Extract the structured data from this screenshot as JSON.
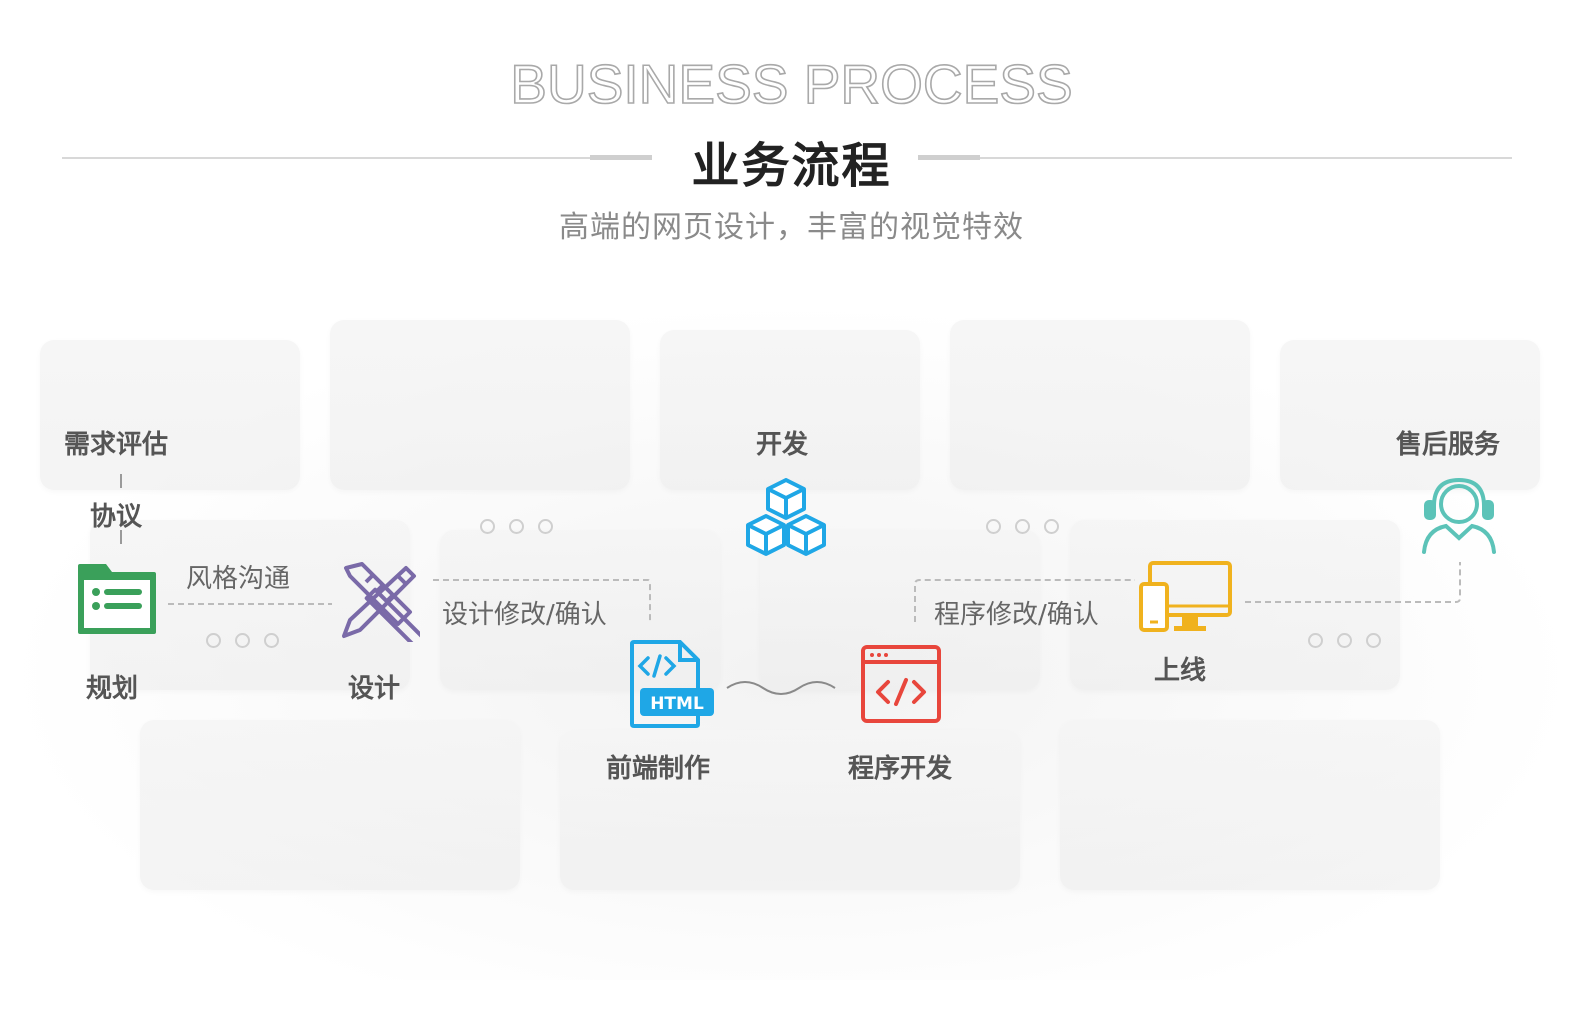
{
  "header": {
    "title_en": "BUSINESS PROCESS",
    "title_zh": "业务流程",
    "subtitle": "高端的网页设计，丰富的视觉特效"
  },
  "steps": {
    "demand": "需求评估",
    "agreement": "协议",
    "planning": "规划",
    "design": "设计",
    "develop": "开发",
    "frontend": "前端制作",
    "program": "程序开发",
    "launch": "上线",
    "aftersale": "售后服务"
  },
  "connectors": {
    "style_talk": "风格沟通",
    "design_revise": "设计修改/确认",
    "program_revise": "程序修改/确认"
  },
  "icons": {
    "planning": "folder-list-icon",
    "design": "pencil-ruler-icon",
    "develop": "cubes-icon",
    "frontend": "html-file-icon",
    "program": "code-window-icon",
    "launch": "devices-icon",
    "aftersale": "headset-user-icon"
  },
  "colors": {
    "planning": "#3aa05a",
    "design": "#7a6aa8",
    "develop": "#1fa7e6",
    "frontend": "#1fa7e6",
    "program": "#e8463c",
    "launch": "#f0b21e",
    "aftersale": "#5cc3b8"
  }
}
